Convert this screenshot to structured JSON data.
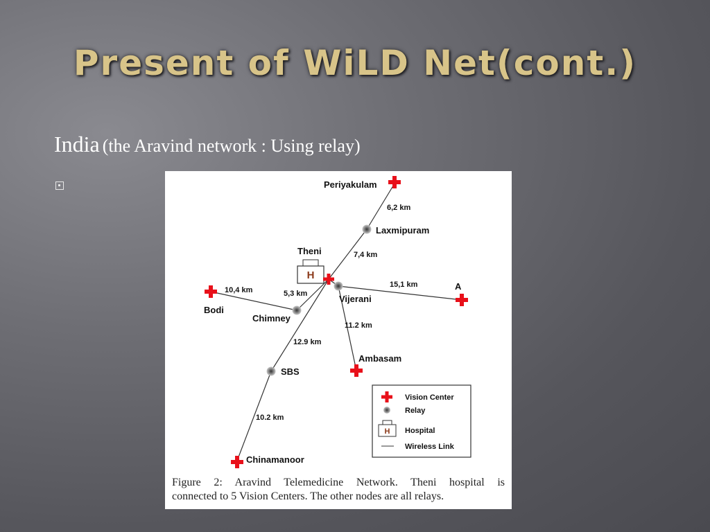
{
  "slide": {
    "title": "Present of WiLD Net(cont.)",
    "country": "India",
    "note": "(the Aravind network : Using relay)"
  },
  "diagram": {
    "nodes": {
      "periyakulam": "Periyakulam",
      "laxmipuram": "Laxmipuram",
      "theni": "Theni",
      "vijerani": "Vijerani",
      "a": "A",
      "bodi": "Bodi",
      "chimney": "Chimney",
      "sbs": "SBS",
      "ambasam": "Ambasam",
      "chinamanoor": "Chinamanoor"
    },
    "hospital_symbol": "H",
    "links": {
      "periyakulam_laxmipuram": "6,2 km",
      "laxmipuram_theni": "7,4 km",
      "theni_a": "15,1 km",
      "bodi_chimney": "10,4 km",
      "chimney_theni": "5,3 km",
      "vijerani_ambasam": "11.2 km",
      "chimney_sbs": "12.9 km",
      "sbs_chinamanoor": "10.2 km"
    },
    "legend": {
      "vision_center": "Vision Center",
      "relay": "Relay",
      "hospital": "Hospital",
      "wireless_link": "Wireless Link"
    },
    "caption_line1": "Figure 2: Aravind Telemedicine Network. Theni hospital is",
    "caption_line2": "connected to 5 Vision Centers. The other nodes are all relays.",
    "colors": {
      "vision_center": "#e8101a",
      "hospital_text": "#8b3a1a",
      "relay": "#555555"
    }
  }
}
